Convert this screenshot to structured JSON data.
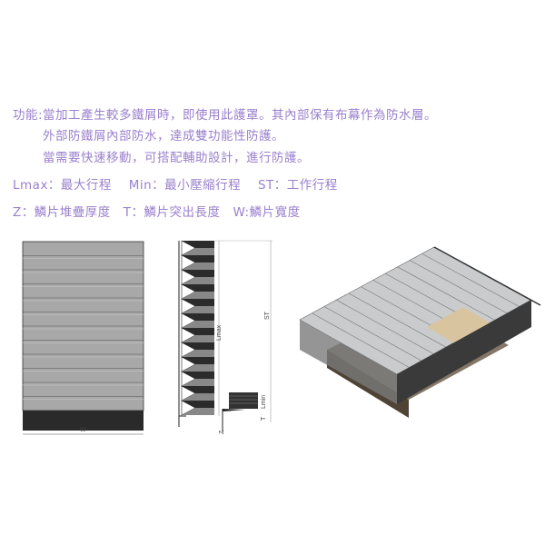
{
  "description_lines": [
    "功能:當加工產生較多鐵屑時，即使用此護罩。其內部保有布幕作為防水層。",
    "外部防鐵屑內部防水，達成雙功能性防護。",
    "當需要快速移動，可搭配輔助設計，進行防護。"
  ],
  "legend_lines": [
    "Lmax：最大行程　 Min：最小壓縮行程　 ST：工作行程",
    "Z：鱗片堆疊厚度　T：鱗片突出長度　W:鱗片寬度"
  ],
  "drawing_labels": {
    "w": "W",
    "lmax": "Lmax",
    "st": "ST",
    "lmin": "Lmin",
    "t": "T",
    "z": "Z"
  },
  "colors": {
    "text": "#9a80cc"
  }
}
